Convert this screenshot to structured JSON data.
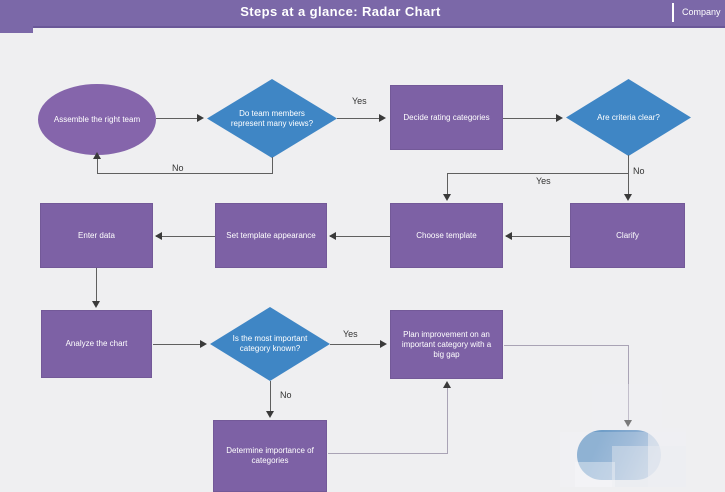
{
  "header": {
    "title": "Steps at a glance: Radar Chart",
    "company_label": "Company"
  },
  "colors": {
    "header_purple": "#7b68a8",
    "node_purple": "#7d61a5",
    "ellipse_purple": "#8565ab",
    "decision_blue": "#3f86c5",
    "terminator_blue": "#2c72b1",
    "canvas_background": "#efeff1"
  },
  "flowchart": {
    "nodes": [
      {
        "id": "start",
        "shape": "ellipse",
        "label": "Assemble the right team"
      },
      {
        "id": "q_team_views",
        "shape": "diamond",
        "label": "Do team members represent many views?"
      },
      {
        "id": "decide_rating",
        "shape": "rect",
        "label": "Decide rating categories"
      },
      {
        "id": "q_criteria_clear",
        "shape": "diamond",
        "label": "Are criteria clear?"
      },
      {
        "id": "clarify",
        "shape": "rect",
        "label": "Clarify"
      },
      {
        "id": "choose_template",
        "shape": "rect",
        "label": "Choose template"
      },
      {
        "id": "set_template_appearance",
        "shape": "rect",
        "label": "Set template appearance"
      },
      {
        "id": "enter_data",
        "shape": "rect",
        "label": "Enter data"
      },
      {
        "id": "analyze_chart",
        "shape": "rect",
        "label": "Analyze the chart"
      },
      {
        "id": "q_important_category",
        "shape": "diamond",
        "label": "Is the most important category known?"
      },
      {
        "id": "plan_improvement",
        "shape": "rect",
        "label": "Plan improvement on an important category with a big gap"
      },
      {
        "id": "determine_importance",
        "shape": "rect",
        "label": "Determine importance of categories"
      },
      {
        "id": "end_terminator",
        "shape": "terminator",
        "label": ""
      }
    ],
    "edge_labels": [
      {
        "id": "team_views_yes",
        "text": "Yes"
      },
      {
        "id": "team_views_no",
        "text": "No"
      },
      {
        "id": "criteria_clear_yes",
        "text": "Yes"
      },
      {
        "id": "criteria_clear_no",
        "text": "No"
      },
      {
        "id": "important_category_yes",
        "text": "Yes"
      },
      {
        "id": "important_category_no",
        "text": "No"
      }
    ]
  }
}
